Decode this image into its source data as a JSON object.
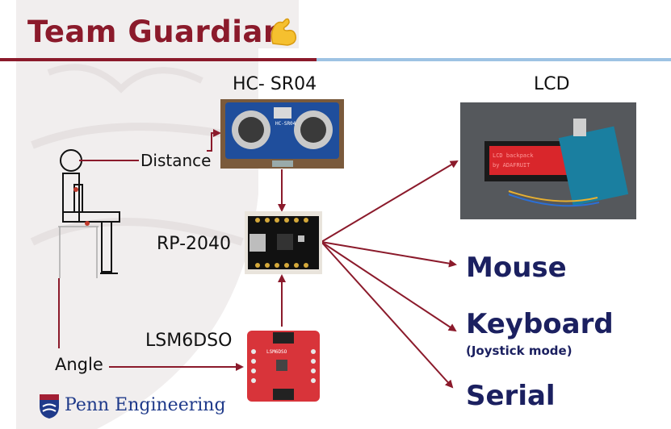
{
  "slide": {
    "title": "Team Guardian",
    "title_emoji": "flexed-biceps-icon"
  },
  "components": {
    "hc_sr04": "HC- SR04",
    "lcd": "LCD",
    "rp2040": "RP-2040",
    "lsm6dso": "LSM6DSO"
  },
  "signals": {
    "distance": "Distance",
    "angle": "Angle"
  },
  "outputs": {
    "mouse": "Mouse",
    "keyboard": "Keyboard",
    "keyboard_sub": "(Joystick mode)",
    "serial": "Serial"
  },
  "images": {
    "sensor_board_text": "HC-SR04",
    "lcd_text_line1": "LCD backpack",
    "lcd_text_line2": "by ADAFRUIT",
    "imu_board_text": "LSM6DSO"
  },
  "footer": {
    "logo_text": "Penn Engineering"
  },
  "colors": {
    "title": "#8b1a2b",
    "arrows": "#8b1a2b",
    "outputs": "#1b2060",
    "rule_right": "#9ec3e3"
  }
}
